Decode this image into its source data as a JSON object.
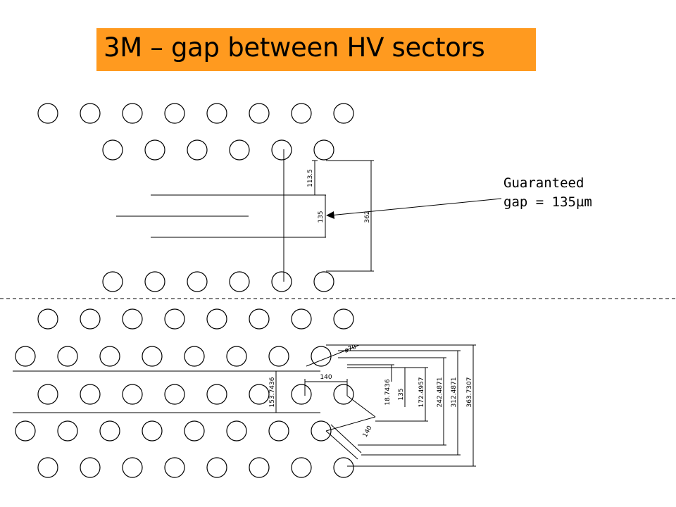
{
  "slide": {
    "title": "3M – gap between HV sectors",
    "colors": {
      "title_bg": "#FF9A1F",
      "ink": "#000000"
    }
  },
  "callout": {
    "line1": "Guaranteed",
    "line2": "gap = 135µm"
  },
  "upper_drawing": {
    "dimensions": {
      "d1": "113.5",
      "d2": "135",
      "d3": "362"
    }
  },
  "lower_drawing": {
    "dimensions": {
      "diameter": "ø70",
      "pitch_h": "140",
      "pitch_diag": "140",
      "d_left": "153.7436",
      "d_a": "18.7436",
      "d_b": "135",
      "d_c": "172.4957",
      "d_d": "242.4871",
      "d_e": "312.4871",
      "d_f": "363.7307"
    }
  }
}
